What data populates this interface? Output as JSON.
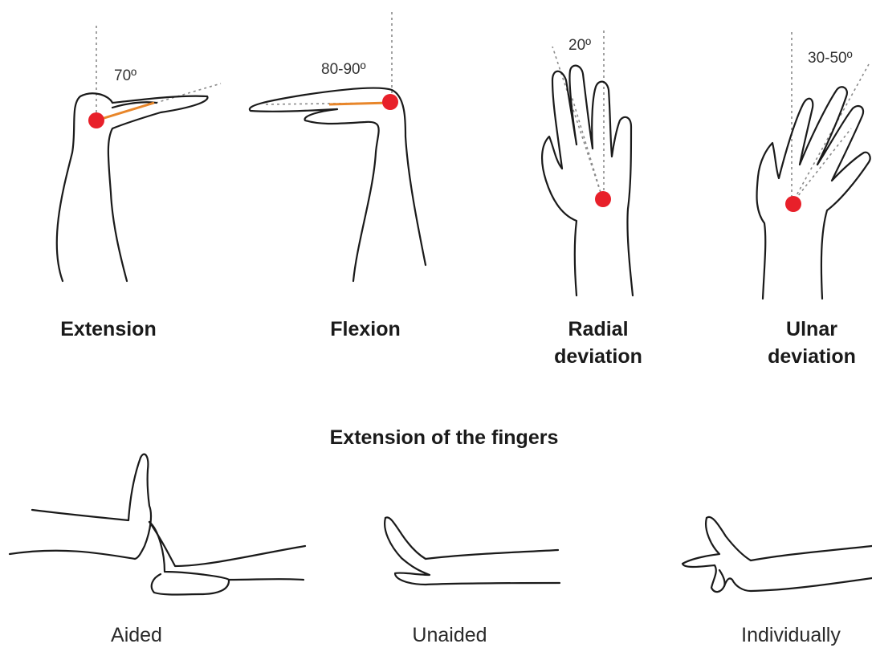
{
  "colors": {
    "pivot": "#e8202a",
    "lever": "#e8862a",
    "ink": "#1a1a1a",
    "guide": "#8a8a8a"
  },
  "movements": [
    {
      "label": "Extension",
      "angle": "70º"
    },
    {
      "label": "Flexion",
      "angle": "80-90º"
    },
    {
      "label_line1": "Radial",
      "label_line2": "deviation",
      "angle": "20º"
    },
    {
      "label_line1": "Ulnar",
      "label_line2": "deviation",
      "angle": "30-50º"
    }
  ],
  "fingers": {
    "title": "Extension of the fingers",
    "labels": [
      "Aided",
      "Unaided",
      "Individually"
    ]
  }
}
